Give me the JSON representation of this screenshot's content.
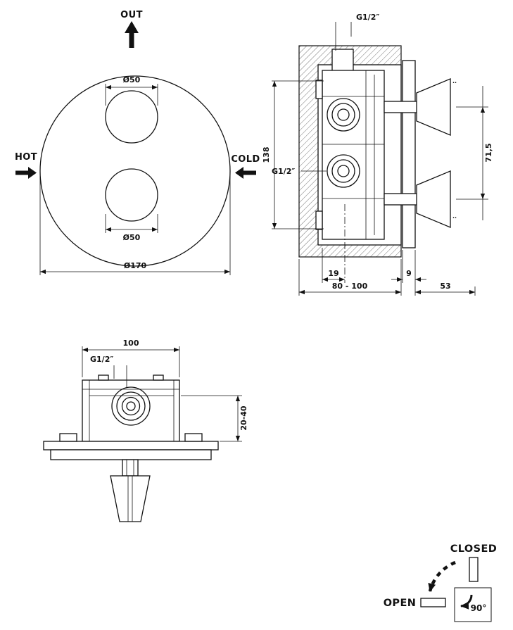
{
  "drawing": {
    "front_view": {
      "out": "OUT",
      "hot": "HOT",
      "cold": "COLD",
      "dim_hole_top": "Ø50",
      "dim_hole_bottom": "Ø50",
      "dim_outer": "Ø170"
    },
    "section_view": {
      "dim_g12_top": "G1/2″",
      "dim_g12_side": "G1/2″",
      "dim_height": "138",
      "dim_handles": "71,5",
      "tick_top": "..",
      "tick_bottom": "..",
      "dim_depth_min": "19",
      "dim_wall": "80 - 100",
      "dim_plate": "9",
      "dim_protrusion": "53"
    },
    "bottom_view": {
      "dim_width": "100",
      "dim_g12": "G1/2″",
      "dim_adjust": "20-40"
    },
    "operation": {
      "closed": "CLOSED",
      "open": "OPEN",
      "angle": "90°"
    }
  },
  "colors": {
    "line": "#111111",
    "background": "#ffffff"
  }
}
